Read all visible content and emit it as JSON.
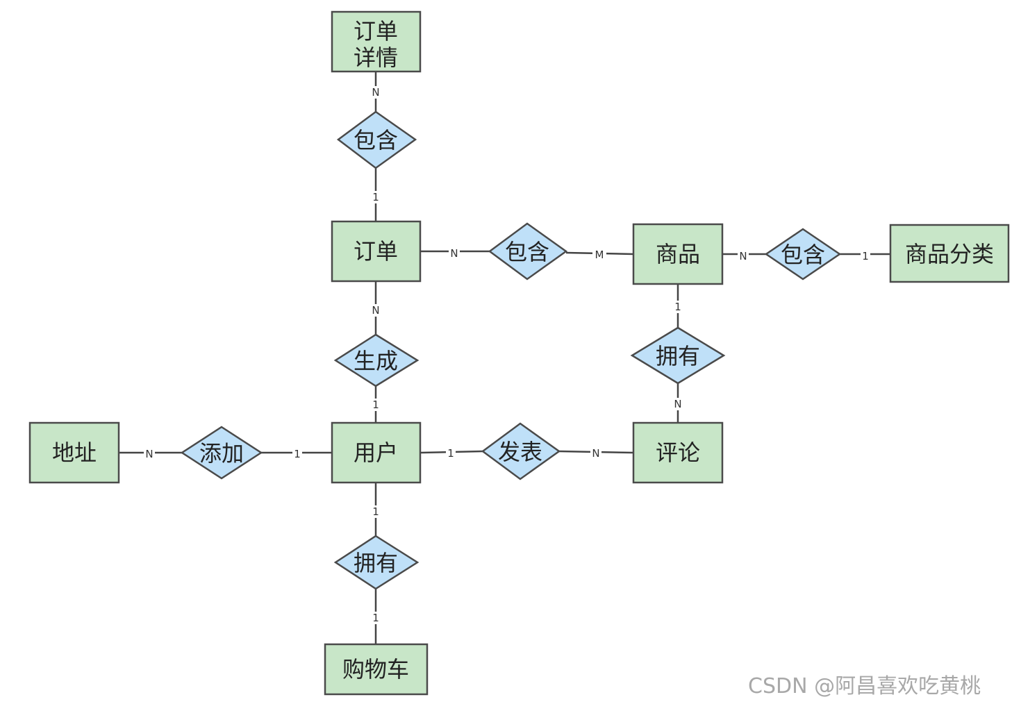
{
  "entities": {
    "order_detail": [
      "订单",
      "详情"
    ],
    "order": "订单",
    "product": "商品",
    "product_category": "商品分类",
    "user": "用户",
    "address": "地址",
    "review": "评论",
    "cart": "购物车"
  },
  "relationships": {
    "detail_contains": "包含",
    "order_contains": "包含",
    "product_contains": "包含",
    "generate": "生成",
    "product_has": "拥有",
    "add": "添加",
    "publish": "发表",
    "cart_has": "拥有"
  },
  "cardinalities": {
    "detail_n": "N",
    "detail_order_1": "1",
    "order_rel_n": "N",
    "rel_product_m": "M",
    "product_rel_n": "N",
    "rel_category_1": "1",
    "order_gen_n": "N",
    "gen_user_1": "1",
    "product_has_1": "1",
    "has_review_n": "N",
    "address_n": "N",
    "add_user_1": "1",
    "user_pub_1": "1",
    "pub_review_n": "N",
    "user_cart_1": "1",
    "cart_1": "1"
  },
  "colors": {
    "entity_fill": "#c8e6c8",
    "relationship_fill": "#bfe0f8",
    "stroke": "#4a4a4a"
  },
  "watermark": "CSDN @阿昌喜欢吃黄桃"
}
